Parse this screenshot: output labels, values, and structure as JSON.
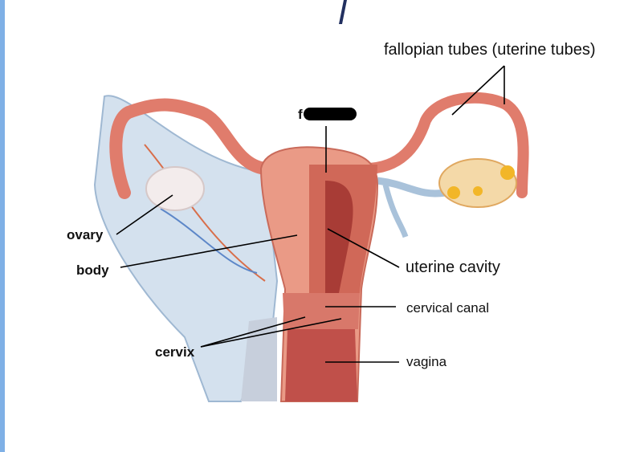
{
  "labels": {
    "fallopian_tubes": "fallopian tubes (uterine tubes)",
    "fundus_partial": "f",
    "ovary": "ovary",
    "body": "body",
    "uterine_cavity": "uterine cavity",
    "cervical_canal": "cervical canal",
    "cervix": "cervix",
    "vagina": "vagina"
  },
  "colors": {
    "uterus": "#e8907f",
    "cavity": "#b8443c",
    "ligament": "#cfdceb",
    "ovary_left": "#f3ecec",
    "ovary_right": "#f2c25a",
    "side_strip": "#7fb0e6"
  }
}
